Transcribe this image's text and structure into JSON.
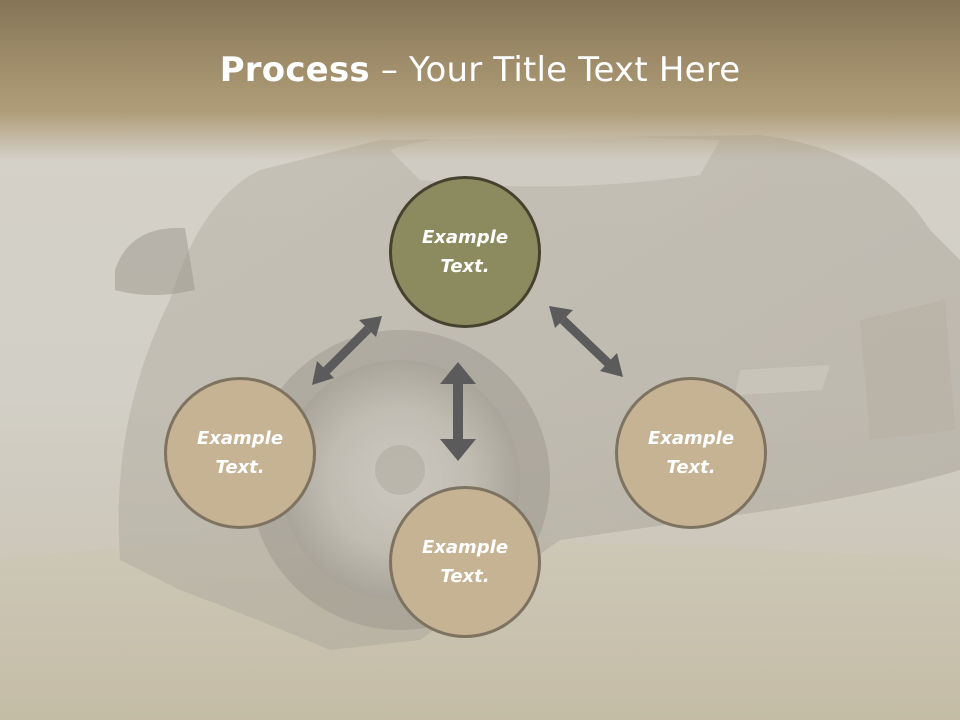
{
  "title": {
    "bold": "Process",
    "rest": " – Your Title Text Here"
  },
  "nodes": [
    {
      "label": "Example Text.",
      "style": "accent"
    },
    {
      "label": "Example Text.",
      "style": "normal"
    },
    {
      "label": "Example Text.",
      "style": "normal"
    },
    {
      "label": "Example Text.",
      "style": "normal"
    }
  ],
  "colors": {
    "accent_fill": "#8c8b5f",
    "normal_fill": "#c6b394",
    "arrow": "#5b5b5b",
    "title_band": "#9c8a68"
  }
}
